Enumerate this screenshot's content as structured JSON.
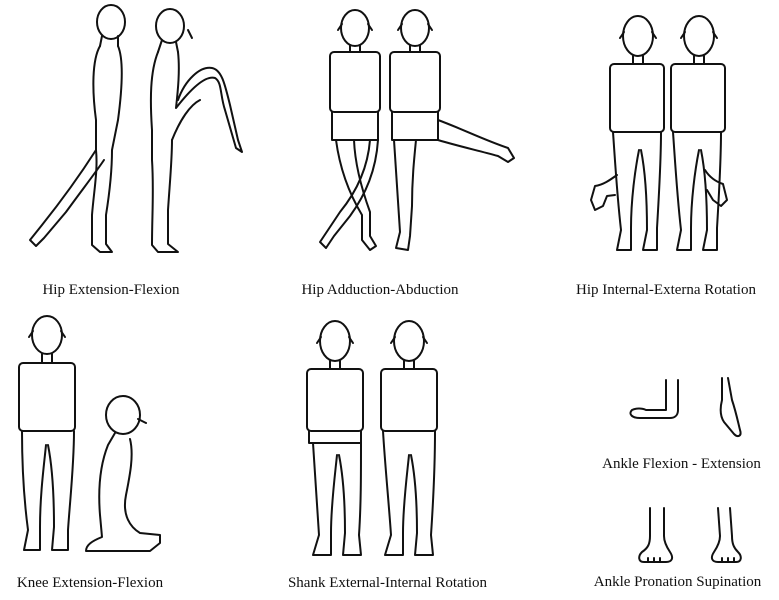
{
  "captions": {
    "hip_ext_flex": "Hip Extension-Flexion",
    "hip_add_abd": "Hip Adduction-Abduction",
    "hip_int_ext_rot": "Hip Internal-Externa Rotation",
    "knee_ext_flex": "Knee Extension-Flexion",
    "shank_ext_int_rot": "Shank External-Internal Rotation",
    "ankle_flex_ext": "Ankle Flexion - Extension",
    "ankle_pron_sup": "Ankle Pronation Supination"
  }
}
